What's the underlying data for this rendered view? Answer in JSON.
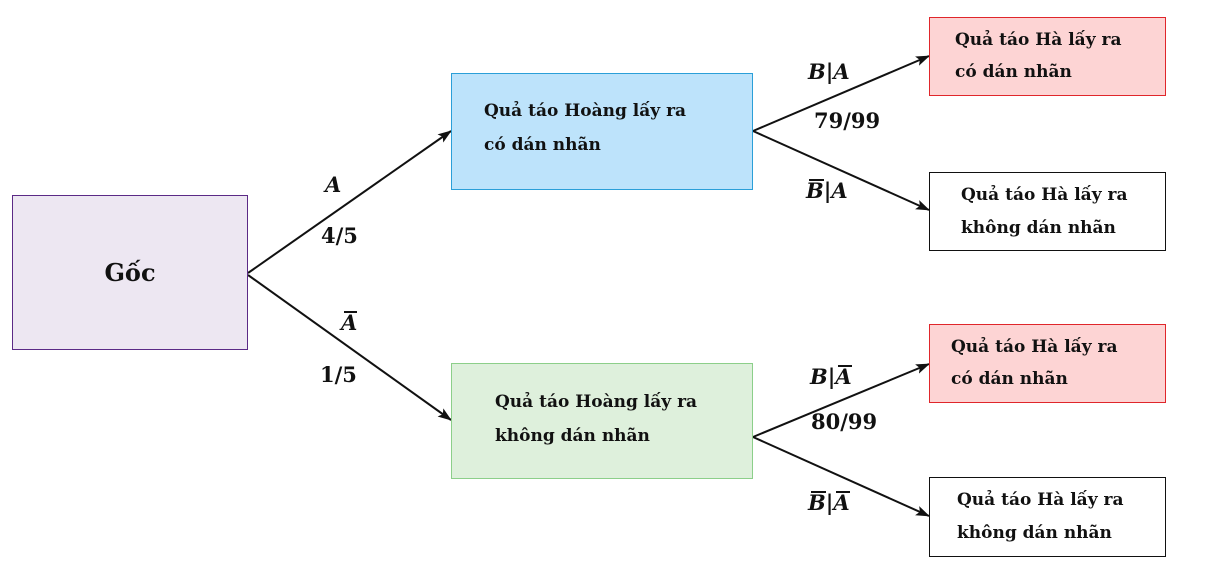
{
  "root": {
    "label": "Gốc"
  },
  "level1": {
    "a": {
      "lines": [
        "Quả táo Hoàng lấy ra",
        "có dán nhãn"
      ]
    },
    "not_a": {
      "lines": [
        "Quả táo Hoàng lấy ra",
        "không dán nhãn"
      ]
    }
  },
  "level2": {
    "a_b": {
      "lines": [
        "Quả táo Hà lấy ra",
        "có dán nhãn"
      ]
    },
    "a_not_b": {
      "lines": [
        "Quả táo Hà lấy ra",
        "không dán nhãn"
      ]
    },
    "not_a_b": {
      "lines": [
        "Quả táo Hà lấy ra",
        "có dán nhãn"
      ]
    },
    "not_a_not_b": {
      "lines": [
        "Quả táo Hà lấy ra",
        "không dán nhãn"
      ]
    }
  },
  "edges": {
    "root_a": {
      "event": "A",
      "probability": "4/5"
    },
    "root_not_a": {
      "event": "A",
      "probability": "1/5"
    },
    "a_b": {
      "event_left": "B",
      "sep": "|",
      "event_right": "A",
      "probability": "79/99"
    },
    "a_not_b": {
      "event_left": "B",
      "sep": "|",
      "event_right": "A"
    },
    "not_a_b": {
      "event_left": "B",
      "sep": "|",
      "event_right": "A",
      "probability": "80/99"
    },
    "not_a_not_b": {
      "event_left": "B",
      "sep": "|",
      "event_right": "A"
    }
  },
  "colors": {
    "root_fill": "#ede7f2",
    "root_border": "#5b2a86",
    "a_fill": "#bde3fb",
    "a_border": "#2b9fd8",
    "not_a_fill": "#def0dc",
    "not_a_border": "#8ccf8a",
    "labeled_fill": "#fdd4d4",
    "labeled_border": "#e0262b",
    "unlabeled_fill": "#ffffff",
    "unlabeled_border": "#111111",
    "edge": "#111111"
  }
}
